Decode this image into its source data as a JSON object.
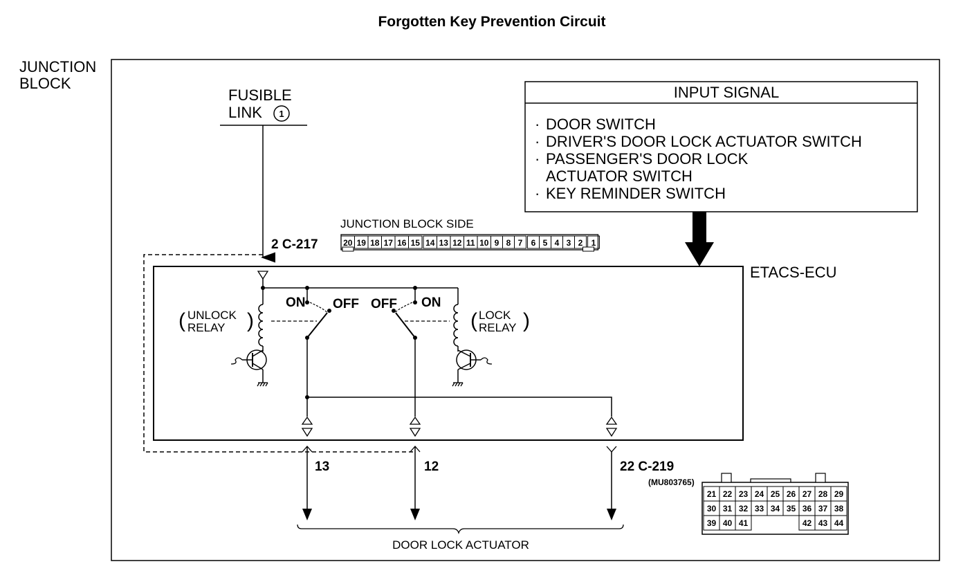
{
  "title": "Forgotten Key Prevention Circuit",
  "junction_block": {
    "line1": "JUNCTION",
    "line2": "BLOCK"
  },
  "fusible_link": {
    "line1": "FUSIBLE",
    "line2": "LINK",
    "number": "1"
  },
  "input_signal": {
    "header": "INPUT SIGNAL",
    "items": [
      "DOOR SWITCH",
      "DRIVER'S DOOR LOCK ACTUATOR SWITCH",
      "PASSENGER'S DOOR LOCK",
      "ACTUATOR SWITCH",
      "KEY REMINDER SWITCH"
    ],
    "bullet": "·"
  },
  "connector_c217": {
    "pin_label": "2  C-217",
    "side_label": "JUNCTION BLOCK SIDE",
    "pins": [
      "20",
      "19",
      "18",
      "17",
      "16",
      "15",
      "14",
      "13",
      "12",
      "11",
      "10",
      "9",
      "8",
      "7",
      "6",
      "5",
      "4",
      "3",
      "2",
      "1"
    ]
  },
  "ecu_label": "ETACS-ECU",
  "unlock_relay": {
    "line1": "UNLOCK",
    "line2": "RELAY"
  },
  "lock_relay": {
    "line1": "LOCK",
    "line2": "RELAY"
  },
  "switch_left": {
    "on": "ON",
    "off": "OFF"
  },
  "switch_right": {
    "on": "ON",
    "off": "OFF"
  },
  "output_pins": {
    "p13": "13",
    "p12": "12",
    "p22": "22  C-219"
  },
  "connector_c219": {
    "part_no": "(MU803765)",
    "rows": [
      [
        "21",
        "22",
        "23",
        "24",
        "25",
        "26",
        "27",
        "28",
        "29"
      ],
      [
        "30",
        "31",
        "32",
        "33",
        "34",
        "35",
        "36",
        "37",
        "38"
      ],
      [
        "39",
        "40",
        "41",
        "42",
        "43",
        "44"
      ]
    ]
  },
  "door_lock_actuator": "DOOR LOCK ACTUATOR"
}
